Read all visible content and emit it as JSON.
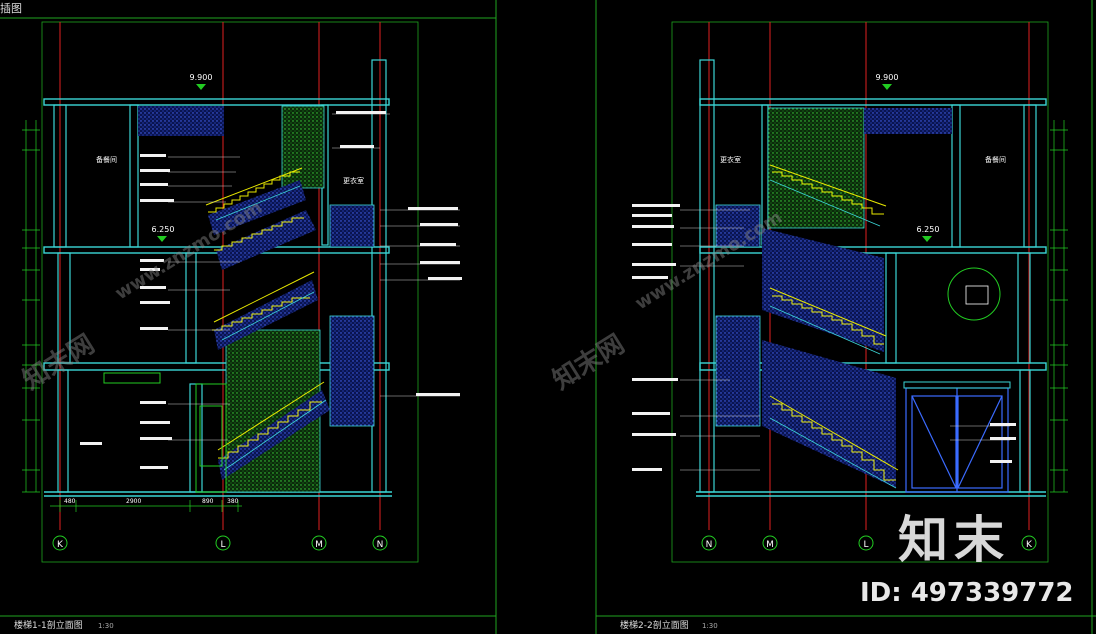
{
  "corner_label": "插图",
  "left": {
    "level_top": "9.900",
    "level_mid": "6.250",
    "room_upper": "备餐间",
    "room_small": "更衣室",
    "axes": [
      "K",
      "L",
      "M",
      "N"
    ],
    "dim_bottom": [
      "480",
      "2900",
      "890",
      "380"
    ],
    "caption": "楼梯1-1剖立面图",
    "scale": "1:30"
  },
  "right": {
    "level_top": "9.900",
    "level_mid": "6.250",
    "room_upper": "备餐间",
    "room_small": "更衣室",
    "axes": [
      "N",
      "M",
      "L",
      "K"
    ],
    "caption": "楼梯2-2剖立面图",
    "scale": "1:30"
  },
  "watermark": {
    "brand": "知末",
    "id_text": "ID: 497339772",
    "diag_cn": "知末网",
    "diag_url": "www.znzmo.com"
  },
  "colors": {
    "background": "#000000",
    "frame": "#1fa31f",
    "wall": "#3bd6d6",
    "axis": "#e02020",
    "stair": "#e8e800",
    "hatch": "#2a3fd8",
    "level_mark": "#22cc22"
  }
}
